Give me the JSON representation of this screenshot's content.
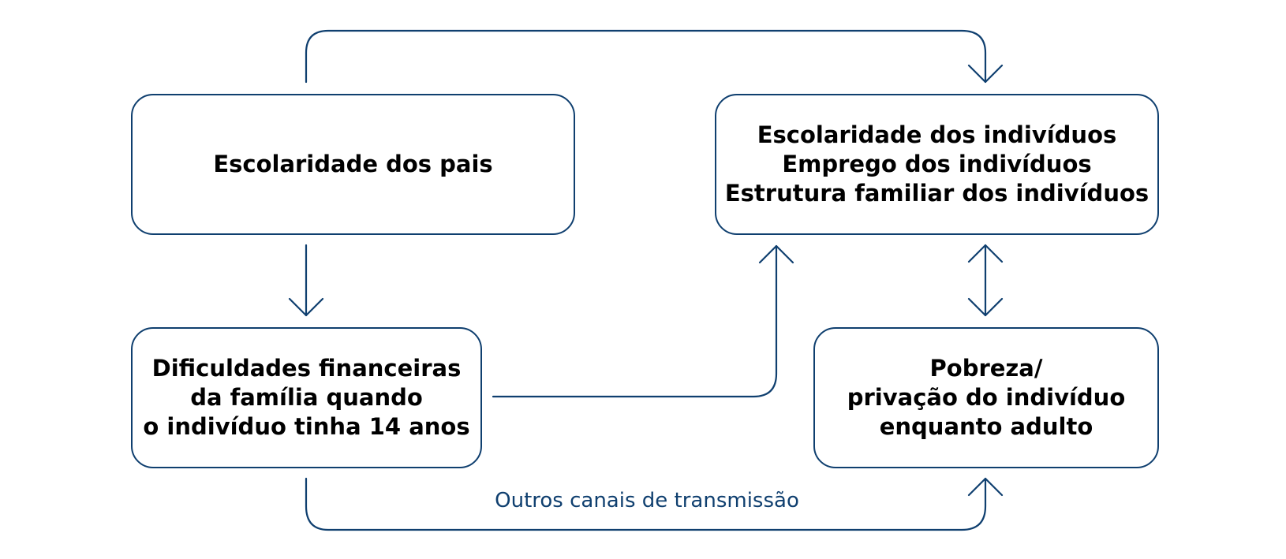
{
  "colors": {
    "stroke": "#0f3f6f",
    "text": "#000000",
    "label": "#0f3f6f",
    "background": "#ffffff"
  },
  "nodes": {
    "parents_schooling": {
      "lines": [
        "Escolaridade dos pais"
      ]
    },
    "individual_outcomes": {
      "lines": [
        "Escolaridade dos indivíduos",
        "Emprego dos indivíduos",
        "Estrutura familiar dos indivíduos"
      ]
    },
    "family_hardship": {
      "lines": [
        "Dificuldades financeiras",
        "da família quando",
        "o indivíduo tinha 14 anos"
      ]
    },
    "adult_poverty": {
      "lines": [
        "Pobreza/",
        "privação do indivíduo",
        "enquanto adulto"
      ]
    }
  },
  "edges": [
    {
      "from": "parents_schooling",
      "to": "individual_outcomes",
      "direction": "forward"
    },
    {
      "from": "parents_schooling",
      "to": "family_hardship",
      "direction": "forward"
    },
    {
      "from": "family_hardship",
      "to": "individual_outcomes",
      "direction": "forward"
    },
    {
      "from": "individual_outcomes",
      "to": "adult_poverty",
      "direction": "both"
    },
    {
      "from": "family_hardship",
      "to": "adult_poverty",
      "direction": "forward",
      "label": "Outros canais de transmissão"
    }
  ],
  "channel_label": "Outros canais de transmissão"
}
